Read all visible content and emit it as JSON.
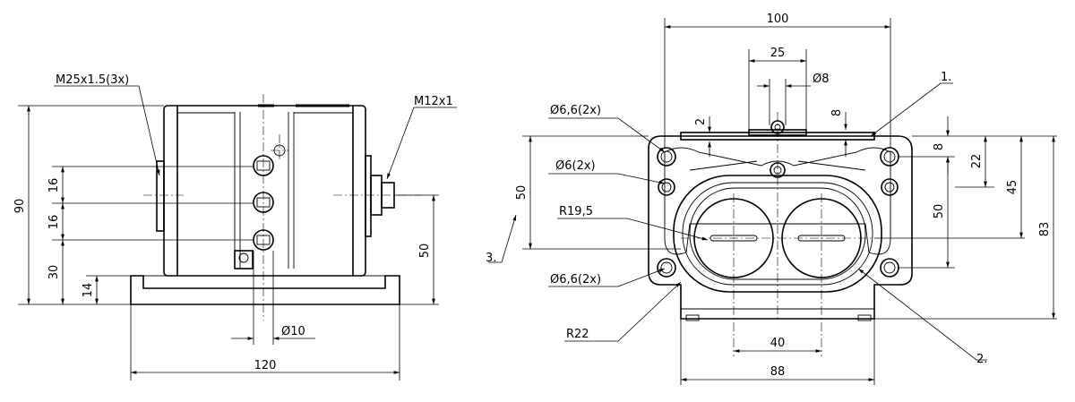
{
  "left_view": {
    "thread_conduit": "M25x1.5(3x)",
    "thread_connector": "M12x1",
    "dim_height_total": "90",
    "dim_16_a": "16",
    "dim_16_b": "16",
    "dim_30": "30",
    "dim_14": "14",
    "dim_50": "50",
    "dim_bore": "Ø10",
    "dim_width": "120"
  },
  "right_view": {
    "dim_top_width": "100",
    "dim_25": "25",
    "dim_bore_8": "Ø8",
    "dim_2": "2",
    "dim_8_top": "8",
    "dim_8_side": "8",
    "dim_22": "22",
    "dim_45": "45",
    "dim_50_inner": "50",
    "dim_83": "83",
    "dim_50_left": "50",
    "hole_top": "Ø6,6(2x)",
    "hole_mid": "Ø6(2x)",
    "radius_inner": "R19,5",
    "hole_bottom": "Ø6,6(2x)",
    "radius_outer": "R22",
    "dim_40": "40",
    "dim_88": "88",
    "callout_1": "1.",
    "callout_2": "2.",
    "callout_3": "3."
  }
}
